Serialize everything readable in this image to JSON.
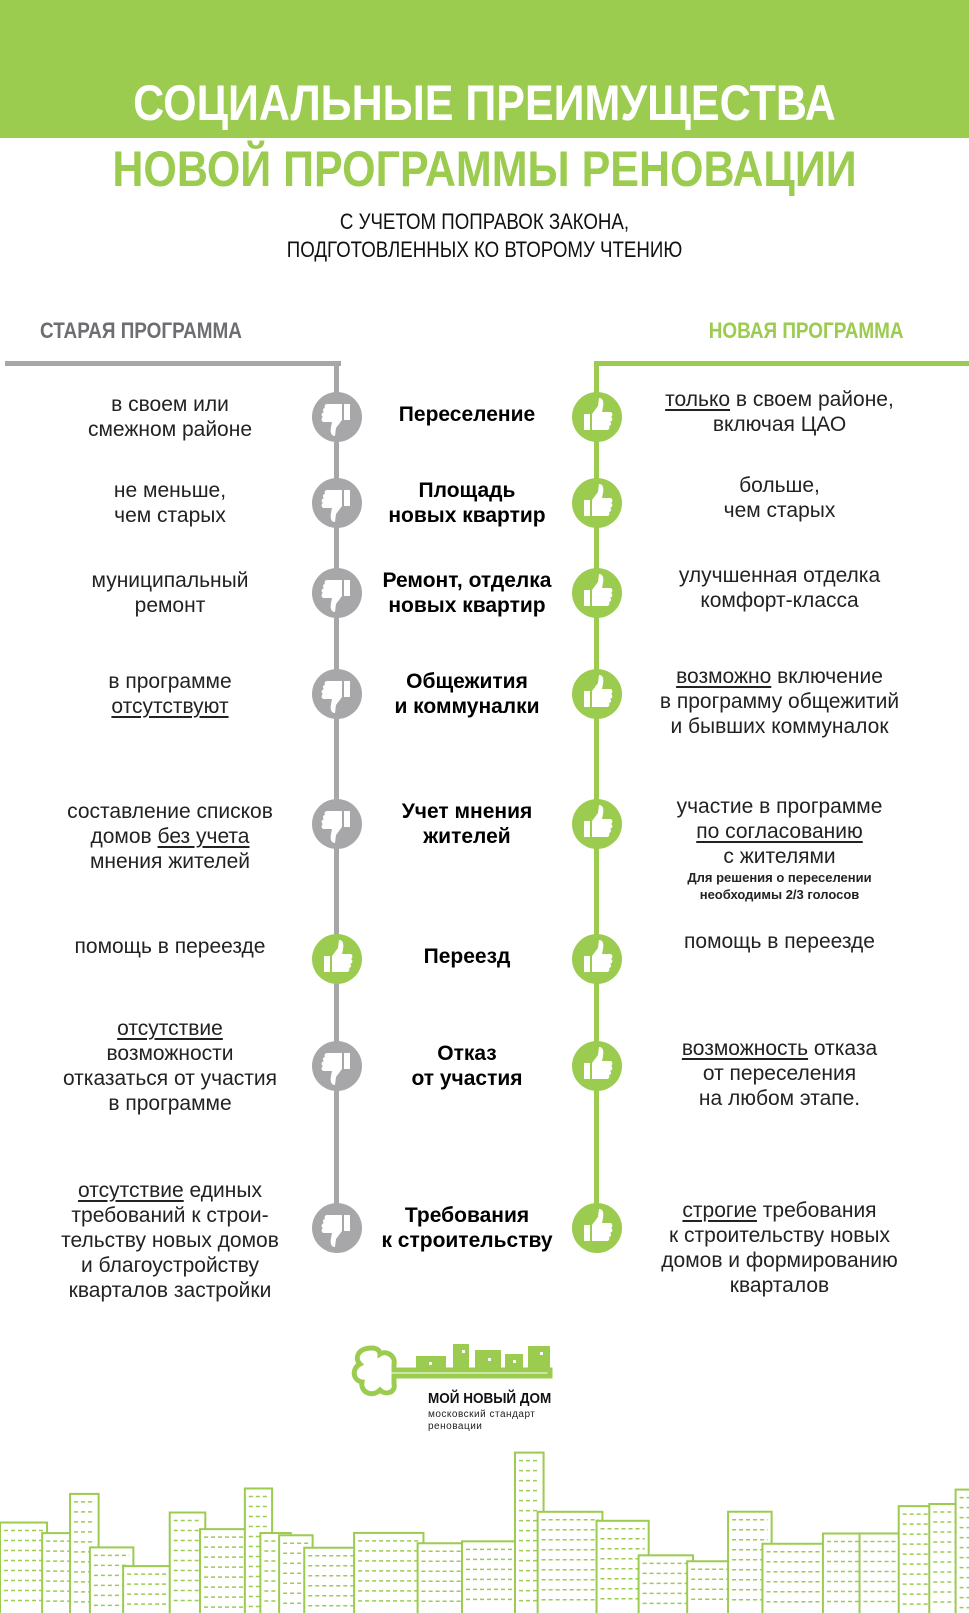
{
  "colors": {
    "green": "#9bcb4f",
    "gray": "#a7a7a9",
    "dark_gray": "#6d6e71"
  },
  "header": {
    "title_line1": "СОЦИАЛЬНЫЕ ПРЕИМУЩЕСТВА",
    "title_line2": "НОВОЙ ПРОГРАММЫ РЕНОВАЦИИ",
    "subtitle_line1": "С УЧЕТОМ ПОПРАВОК ЗАКОНА,",
    "subtitle_line2": "ПОДГОТОВЛЕННЫХ КО ВТОРОМУ ЧТЕНИЮ"
  },
  "columns": {
    "old": "СТАРАЯ ПРОГРАММА",
    "new": "НОВАЯ ПРОГРАММА"
  },
  "rows": [
    {
      "title": [
        "Переселение"
      ],
      "old_icon": "thumbs-down",
      "new_icon": "thumbs-up",
      "old": [
        [
          {
            "t": "в своем или"
          }
        ],
        [
          {
            "t": "смежном районе"
          }
        ]
      ],
      "new": [
        [
          {
            "t": "только",
            "u": true
          },
          {
            "t": " в своем районе,"
          }
        ],
        [
          {
            "t": "включая ЦАО"
          }
        ]
      ]
    },
    {
      "title": [
        "Площадь",
        "новых квартир"
      ],
      "old_icon": "thumbs-down",
      "new_icon": "thumbs-up",
      "old": [
        [
          {
            "t": "не меньше,"
          }
        ],
        [
          {
            "t": "чем старых"
          }
        ]
      ],
      "new": [
        [
          {
            "t": "больше,"
          }
        ],
        [
          {
            "t": "чем старых"
          }
        ]
      ]
    },
    {
      "title": [
        "Ремонт, отделка",
        "новых квартир"
      ],
      "old_icon": "thumbs-down",
      "new_icon": "thumbs-up",
      "old": [
        [
          {
            "t": "муниципальный"
          }
        ],
        [
          {
            "t": "ремонт"
          }
        ]
      ],
      "new": [
        [
          {
            "t": "улучшенная отделка"
          }
        ],
        [
          {
            "t": "комфорт-класса"
          }
        ]
      ]
    },
    {
      "title": [
        "Общежития",
        "и коммуналки"
      ],
      "old_icon": "thumbs-down",
      "new_icon": "thumbs-up",
      "old": [
        [
          {
            "t": "в программе"
          }
        ],
        [
          {
            "t": "отсутствуют",
            "u": true
          }
        ]
      ],
      "new": [
        [
          {
            "t": "возможно",
            "u": true
          },
          {
            "t": " включение"
          }
        ],
        [
          {
            "t": "в программу общежитий"
          }
        ],
        [
          {
            "t": "и бывших коммуналок"
          }
        ]
      ]
    },
    {
      "title": [
        "Учет мнения",
        "жителей"
      ],
      "old_icon": "thumbs-down",
      "new_icon": "thumbs-up",
      "old": [
        [
          {
            "t": "составление списков"
          }
        ],
        [
          {
            "t": "домов "
          },
          {
            "t": "без учета",
            "u": true
          }
        ],
        [
          {
            "t": "мнения жителей"
          }
        ]
      ],
      "new": [
        [
          {
            "t": "участие в программе"
          }
        ],
        [
          {
            "t": "по согласованию",
            "u": true
          }
        ],
        [
          {
            "t": "с жителями"
          }
        ]
      ],
      "note": [
        "Для решения о переселении",
        "необходимы 2/3 голосов"
      ]
    },
    {
      "title": [
        "Переезд"
      ],
      "old_icon": "thumbs-up",
      "new_icon": "thumbs-up",
      "old": [
        [
          {
            "t": "помощь в переезде"
          }
        ]
      ],
      "new": [
        [
          {
            "t": "помощь в переезде"
          }
        ]
      ]
    },
    {
      "title": [
        "Отказ",
        "от участия"
      ],
      "old_icon": "thumbs-down",
      "new_icon": "thumbs-up",
      "old": [
        [
          {
            "t": "отсутствие",
            "u": true
          }
        ],
        [
          {
            "t": "возможности"
          }
        ],
        [
          {
            "t": "отказаться от участия"
          }
        ],
        [
          {
            "t": "в программе"
          }
        ]
      ],
      "new": [
        [
          {
            "t": "возможность",
            "u": true
          },
          {
            "t": " отказа"
          }
        ],
        [
          {
            "t": "от переселения"
          }
        ],
        [
          {
            "t": "на любом этапе."
          }
        ]
      ]
    },
    {
      "title": [
        "Требования",
        "к строительству"
      ],
      "old_icon": "thumbs-down",
      "new_icon": "thumbs-up",
      "old": [
        [
          {
            "t": "отсутствие",
            "u": true
          },
          {
            "t": " единых"
          }
        ],
        [
          {
            "t": "требований к строи-"
          }
        ],
        [
          {
            "t": "тельству новых домов"
          }
        ],
        [
          {
            "t": "и благоустройству"
          }
        ],
        [
          {
            "t": "кварталов застройки"
          }
        ]
      ],
      "new": [
        [
          {
            "t": "строгие",
            "u": true
          },
          {
            "t": " требования"
          }
        ],
        [
          {
            "t": "к строительству новых"
          }
        ],
        [
          {
            "t": "домов и формированию"
          }
        ],
        [
          {
            "t": "кварталов"
          }
        ]
      ]
    }
  ],
  "logo": {
    "name": "МОЙ НОВЫЙ ДОМ",
    "tagline_line1": "московский стандарт",
    "tagline_line2": "реновации"
  }
}
